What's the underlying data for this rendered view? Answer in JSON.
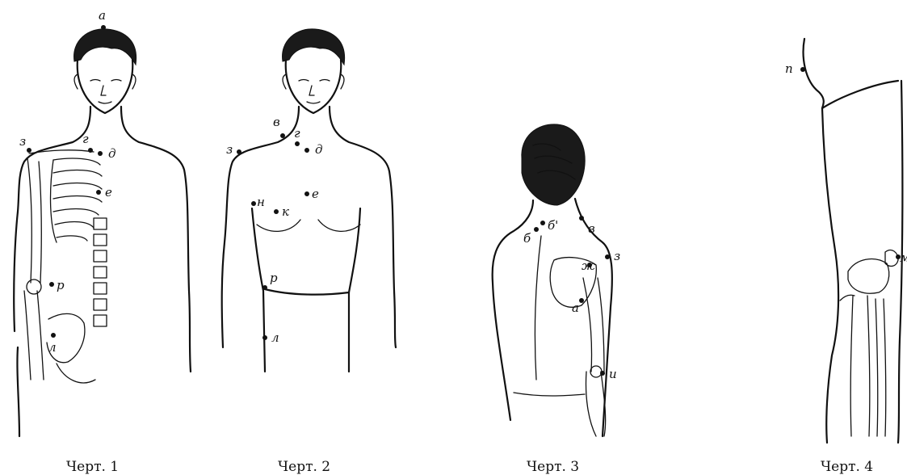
{
  "figures": [
    {
      "id": "fig1",
      "caption": "Черт. 1",
      "points": [
        {
          "label": "а"
        },
        {
          "label": "г"
        },
        {
          "label": "д"
        },
        {
          "label": "з"
        },
        {
          "label": "е"
        },
        {
          "label": "р"
        },
        {
          "label": "л"
        }
      ]
    },
    {
      "id": "fig2",
      "caption": "Черт. 2",
      "points": [
        {
          "label": "в"
        },
        {
          "label": "г"
        },
        {
          "label": "д"
        },
        {
          "label": "з"
        },
        {
          "label": "н"
        },
        {
          "label": "к"
        },
        {
          "label": "е"
        },
        {
          "label": "р"
        },
        {
          "label": "л"
        }
      ]
    },
    {
      "id": "fig3",
      "caption": "Черт. 3",
      "points": [
        {
          "label": "б"
        },
        {
          "label": "б'"
        },
        {
          "label": "в"
        },
        {
          "label": "з"
        },
        {
          "label": "ж"
        },
        {
          "label": "а"
        },
        {
          "label": "и"
        }
      ]
    },
    {
      "id": "fig4",
      "caption": "Черт. 4",
      "points": [
        {
          "label": "п"
        },
        {
          "label": "м"
        }
      ]
    }
  ]
}
